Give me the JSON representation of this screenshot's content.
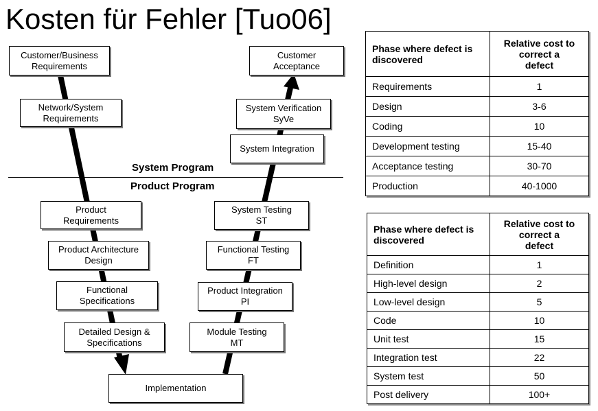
{
  "title": "Kosten für Fehler [Tuo06]",
  "v_model": {
    "left": [
      "Customer/Business\nRequirements",
      "Network/System\nRequirements",
      "Product\nRequirements",
      "Product Architecture\nDesign",
      "Functional\nSpecifications",
      "Detailed Design &\nSpecifications"
    ],
    "bottom": "Implementation",
    "right": [
      "Module Testing\nMT",
      "Product Integration\nPI",
      "Functional Testing\nFT",
      "System Testing\nST",
      "System Integration",
      "System Verification\nSyVe",
      "Customer\nAcceptance"
    ],
    "system_program_label": "System Program",
    "product_program_label": "Product Program"
  },
  "table1": {
    "header": [
      "Phase where defect is\ndiscovered",
      "Relative cost to\ncorrect a\ndefect"
    ],
    "rows": [
      [
        "Requirements",
        "1"
      ],
      [
        "Design",
        "3-6"
      ],
      [
        "Coding",
        "10"
      ],
      [
        "Development testing",
        "15-40"
      ],
      [
        "Acceptance testing",
        "30-70"
      ],
      [
        "Production",
        "40-1000"
      ]
    ]
  },
  "table2": {
    "header": [
      "Phase where defect is\ndiscovered",
      "Relative cost to\ncorrect a\ndefect"
    ],
    "rows": [
      [
        "Definition",
        "1"
      ],
      [
        "High-level design",
        "2"
      ],
      [
        "Low-level design",
        "5"
      ],
      [
        "Code",
        "10"
      ],
      [
        "Unit test",
        "15"
      ],
      [
        "Integration test",
        "22"
      ],
      [
        "System test",
        "50"
      ],
      [
        "Post delivery",
        "100+"
      ]
    ]
  }
}
